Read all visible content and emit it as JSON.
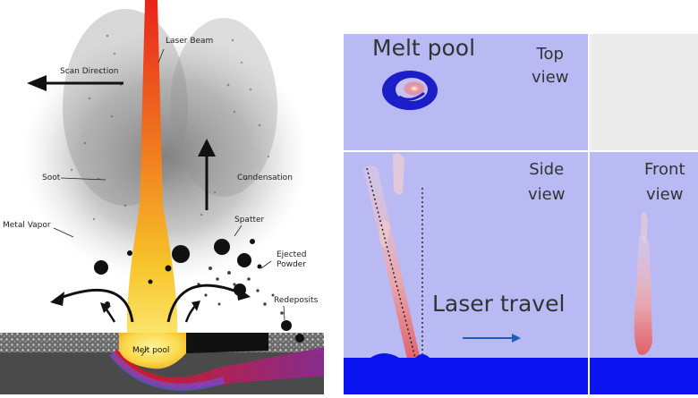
{
  "left_diagram": {
    "labels": {
      "laser_beam": "Laser Beam",
      "scan_direction": "Scan Direction",
      "soot": "Soot",
      "condensation": "Condensation",
      "metal_vapor": "Metal Vapor",
      "spatter": "Spatter",
      "ejected_powder": "Ejected\nPowder",
      "redeposits": "Redeposits",
      "melt_pool": "Melt pool"
    }
  },
  "right_panel": {
    "title": "Melt pool",
    "top_view": "Top\nview",
    "side_view": "Side\nview",
    "front_view": "Front\nview",
    "laser_travel": "Laser travel",
    "colors": {
      "background": "#b9baf4",
      "substrate": "#0a14f0",
      "melt_dark": "#1a1fc8",
      "hot": "#e05050"
    }
  }
}
